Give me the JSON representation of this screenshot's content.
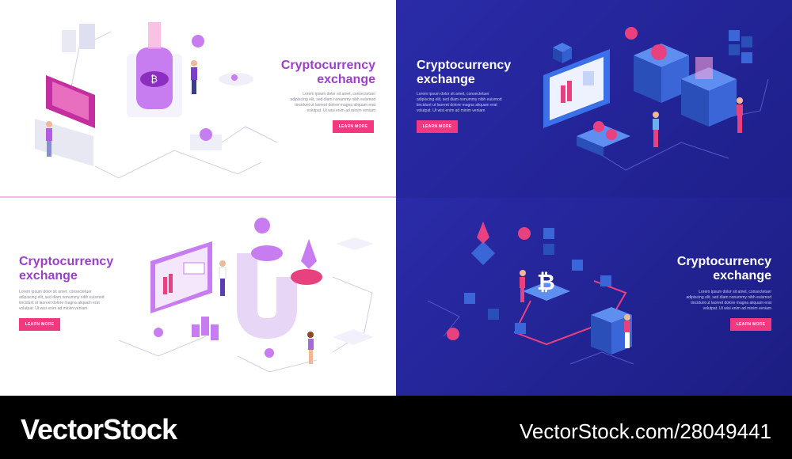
{
  "panels": {
    "top_left": {
      "title_line1": "Cryptocurrency",
      "title_line2": "exchange",
      "description": "Lorem ipsum dolor sit amet, consectetuer adipiscing elit, sed diam nonummy nibh euismod tincidunt ut laoreet dolore magna aliquam erat volutpat. Ut wisi enim ad minim veniam",
      "button_label": "LEARN MORE"
    },
    "top_right": {
      "title_line1": "Cryptocurrency",
      "title_line2": "exchange",
      "description": "Lorem ipsum dolor sit amet, consectetuer adipiscing elit, sed diam nonummy nibh euismod tincidunt ut laoreet dolore magna aliquam erat volutpat. Ut wisi enim ad minim veniam",
      "button_label": "LEARN MORE"
    },
    "bottom_left": {
      "title_line1": "Cryptocurrency",
      "title_line2": "exchange",
      "description": "Lorem ipsum dolor sit amet, consectetuer adipiscing elit, sed diam nonummy nibh euismod tincidunt ut laoreet dolore magna aliquam erat volutpat. Ut wisi enim ad minim veniam",
      "button_label": "LEARN MORE"
    },
    "bottom_right": {
      "title_line1": "Cryptocurrency",
      "title_line2": "exchange",
      "description": "Lorem ipsum dolor sit amet, consectetuer adipiscing elit, sed diam nonummy nibh euismod tincidunt ut laoreet dolore magna aliquam erat volutpat. Ut wisi enim ad minim veniam",
      "button_label": "LEARN MORE"
    }
  },
  "footer": {
    "brand": "VectorStock",
    "brand_id": "VectorStock.com/28049441"
  },
  "colors": {
    "accent_purple": "#9b3fc9",
    "accent_pink": "#f2397f",
    "dark_bg": "#2a2ba8",
    "light_bg": "#ffffff"
  }
}
